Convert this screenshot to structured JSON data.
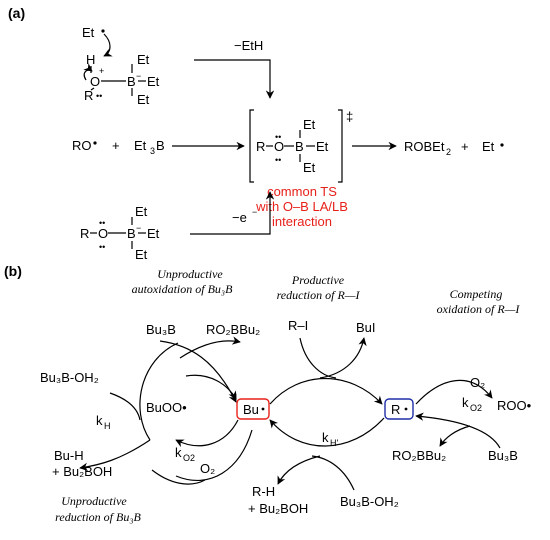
{
  "panel_a": {
    "label": "(a)",
    "et_radical": "Et",
    "h": "H",
    "o_plus": "O",
    "r": "R",
    "b_minus": "B",
    "et_top": "Et",
    "et_right": "Et",
    "et_bottom": "Et",
    "minus_eth": "−EtH",
    "ro": "RO",
    "plus1": "+",
    "et3b": "Et",
    "et3b_sub": "3",
    "et3b_b": "B",
    "ts_r": "R",
    "ts_o": "O",
    "ts_b": "B",
    "ts_et_top": "Et",
    "ts_et_right": "Et",
    "ts_et_bottom": "Et",
    "ts_dagger": "‡",
    "product_main": "ROBEt",
    "product_sub": "2",
    "plus2": "+",
    "et_product": "Et",
    "common_ts_line1": "common TS",
    "common_ts_line2": "with O–B LA/LB",
    "common_ts_line3": "interaction",
    "bottom_r": "R",
    "bottom_o": "O",
    "bottom_b": "B",
    "bottom_et_top": "Et",
    "bottom_et_right": "Et",
    "bottom_et_bottom": "Et",
    "minus_e": "−e"
  },
  "panel_b": {
    "label": "(b)",
    "title_left_line1": "Unproductive",
    "title_left_line2": "autoxidation of Bu₃B",
    "title_mid_line1": "Productive",
    "title_mid_line2": "reduction of R—I",
    "title_right_line1": "Competing",
    "title_right_line2": "oxidation of R—I",
    "bu3b_top": "Bu₃B",
    "ro2bbu2_top": "RO₂BBu₂",
    "ri": "R–I",
    "bui": "BuI",
    "o2_right": "O₂",
    "ko2_right": "k",
    "ko2_right_sub": "O2",
    "roo": "ROO•",
    "bu3b_oh2_left": "Bu₃B-OH₂",
    "kh": "k",
    "kh_sub": "H",
    "buoo": "BuOO•",
    "bu_radical": "Bu",
    "r_radical": "R",
    "khprime": "k",
    "khprime_sub": "H'",
    "ko2_left": "k",
    "ko2_left_sub": "O2",
    "o2_left": "O₂",
    "buh_line1": "Bu-H",
    "buh_line2": "+ Bu₂BOH",
    "ro2bbu2_bottom": "RO₂BBu₂",
    "bu3b_bottom": "Bu₃B",
    "rh_line1": "R-H",
    "rh_line2": "+ Bu₂BOH",
    "bu3b_oh2_bottom": "Bu₃B-OH₂",
    "bottom_title_line1": "Unproductive",
    "bottom_title_line2": "reduction of Bu₃B",
    "bu_box_color": "#e8201a",
    "r_box_color": "#1f2fa8"
  }
}
